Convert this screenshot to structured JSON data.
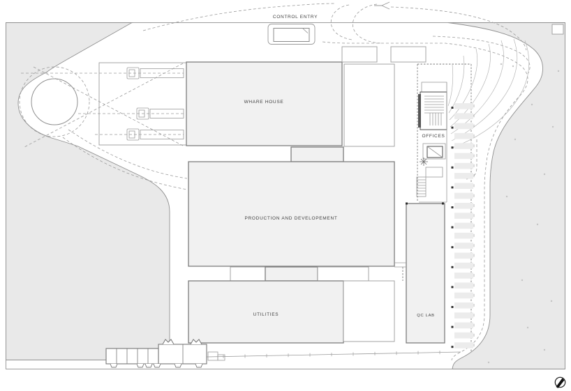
{
  "drawing": {
    "type": "architectural-site-plan",
    "labels": {
      "control_entry": "CONTROL ENTRY",
      "warehouse": "WHARE HOUSE",
      "production": "PRODUCTION AND DEVELOPEMENT",
      "utilities": "UTILITIES",
      "offices": "OFFICES",
      "qc_lab": "QC LAB"
    },
    "colors": {
      "paper": "#ffffff",
      "land": "#e9e9e9",
      "building_fill": "#f1f1f1",
      "building_stroke": "#7d7d7d",
      "line": "#8f8f8f",
      "dashed_line": "#9a9a9a",
      "detail_dark": "#4a4a4a",
      "parking_stall": "#ececec",
      "compass": "#1a1a1a"
    },
    "parking": {
      "stall_count": 25,
      "post_count": 13,
      "curb_tick_count": 13
    },
    "trucks": {
      "count": 3
    },
    "icons": [
      "north-arrow-icon"
    ]
  }
}
